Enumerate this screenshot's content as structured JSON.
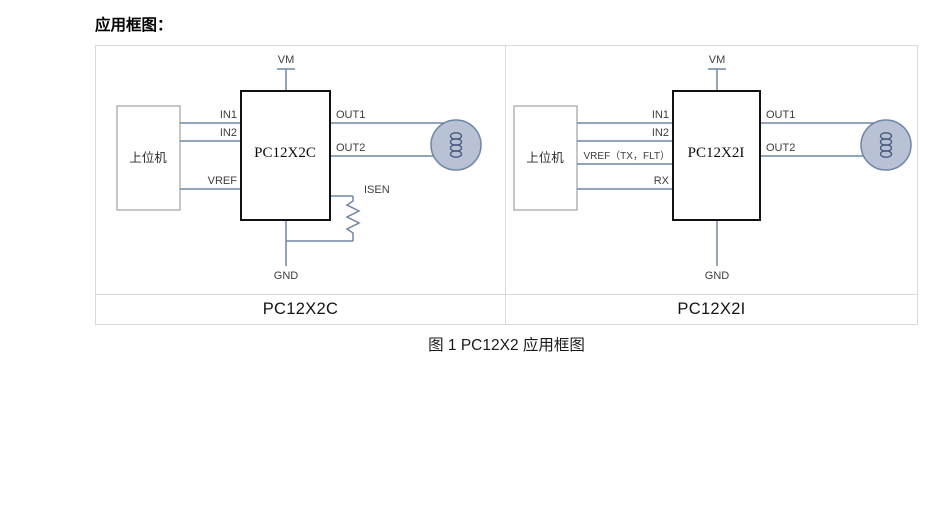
{
  "page": {
    "heading": "应用框图：",
    "figure_caption": "图 1 PC12X2 应用框图"
  },
  "colors": {
    "diagram_line": "#6f85a8",
    "motor_fill": "#b9c1d4",
    "coil_stroke": "#44597f",
    "chip_border": "#111111",
    "host_border": "#8f8f8f",
    "table_border": "#d9d9d9"
  },
  "diagrams": [
    {
      "caption": "PC12X2C",
      "host_label": "上位机",
      "chip_label": "PC12X2C",
      "pins": {
        "vm": "VM",
        "in1": "IN1",
        "in2": "IN2",
        "vref": "VREF",
        "out1": "OUT1",
        "out2": "OUT2",
        "isen": "ISEN",
        "gnd": "GND"
      }
    },
    {
      "caption": "PC12X2I",
      "host_label": "上位机",
      "chip_label": "PC12X2I",
      "pins": {
        "vm": "VM",
        "in1": "IN1",
        "in2": "IN2",
        "vref_tx_flt": "VREF（TX，FLT）",
        "rx": "RX",
        "out1": "OUT1",
        "out2": "OUT2",
        "gnd": "GND"
      }
    }
  ]
}
